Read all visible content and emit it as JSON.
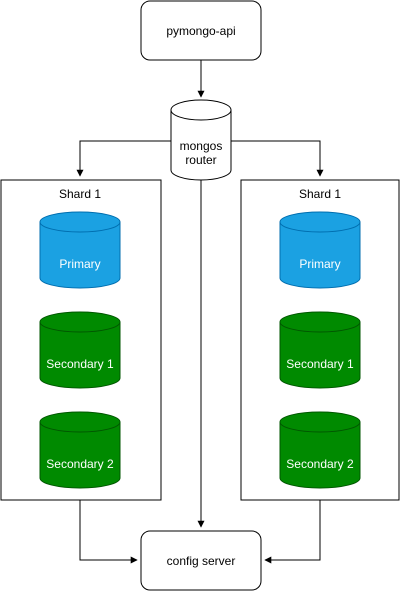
{
  "diagram": {
    "api_label": "pymongo-api",
    "router_label_line1": "mongos",
    "router_label_line2": "router",
    "config_label": "config server",
    "shards": [
      {
        "title": "Shard 1",
        "primary_label": "Primary",
        "secondary1_label": "Secondary 1",
        "secondary2_label": "Secondary 2"
      },
      {
        "title": "Shard 1",
        "primary_label": "Primary",
        "secondary1_label": "Secondary 1",
        "secondary2_label": "Secondary 2"
      }
    ]
  },
  "colors": {
    "primary_fill": "#1BA1E2",
    "primary_stroke": "#006EAF",
    "secondary_fill": "#008A00",
    "secondary_stroke": "#005700",
    "line": "#000000",
    "box_fill": "#FFFFFF"
  }
}
